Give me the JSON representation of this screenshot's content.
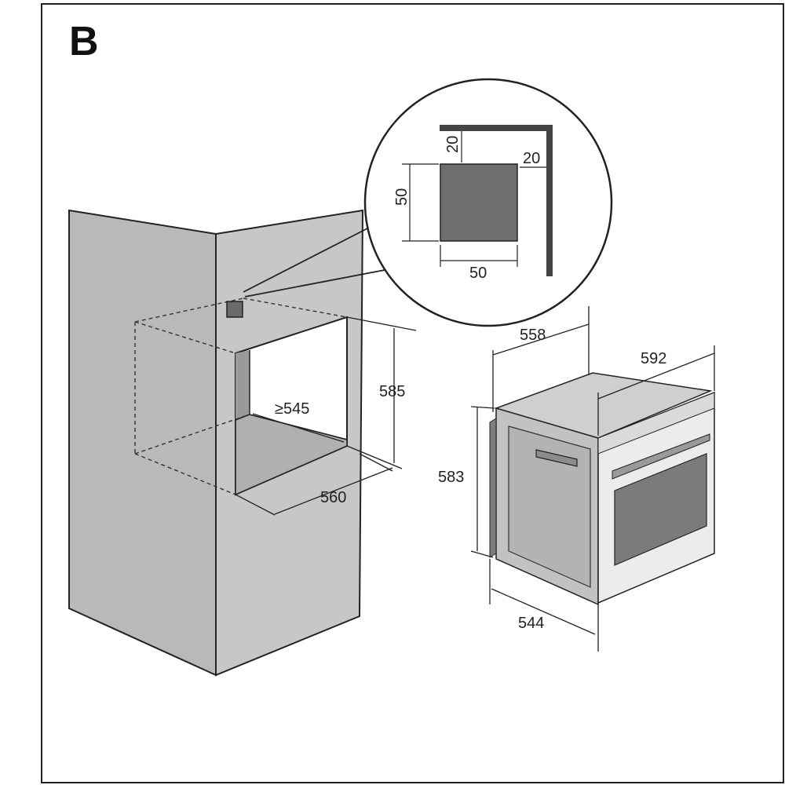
{
  "panel_label": "B",
  "cabinet": {
    "depth_min": "≥545",
    "height": "585",
    "width": "560"
  },
  "detail": {
    "top_offset": "20",
    "side_offset": "20",
    "vent_height": "50",
    "vent_width": "50"
  },
  "oven": {
    "depth": "558",
    "width": "592",
    "height": "583",
    "front_depth": "544"
  }
}
